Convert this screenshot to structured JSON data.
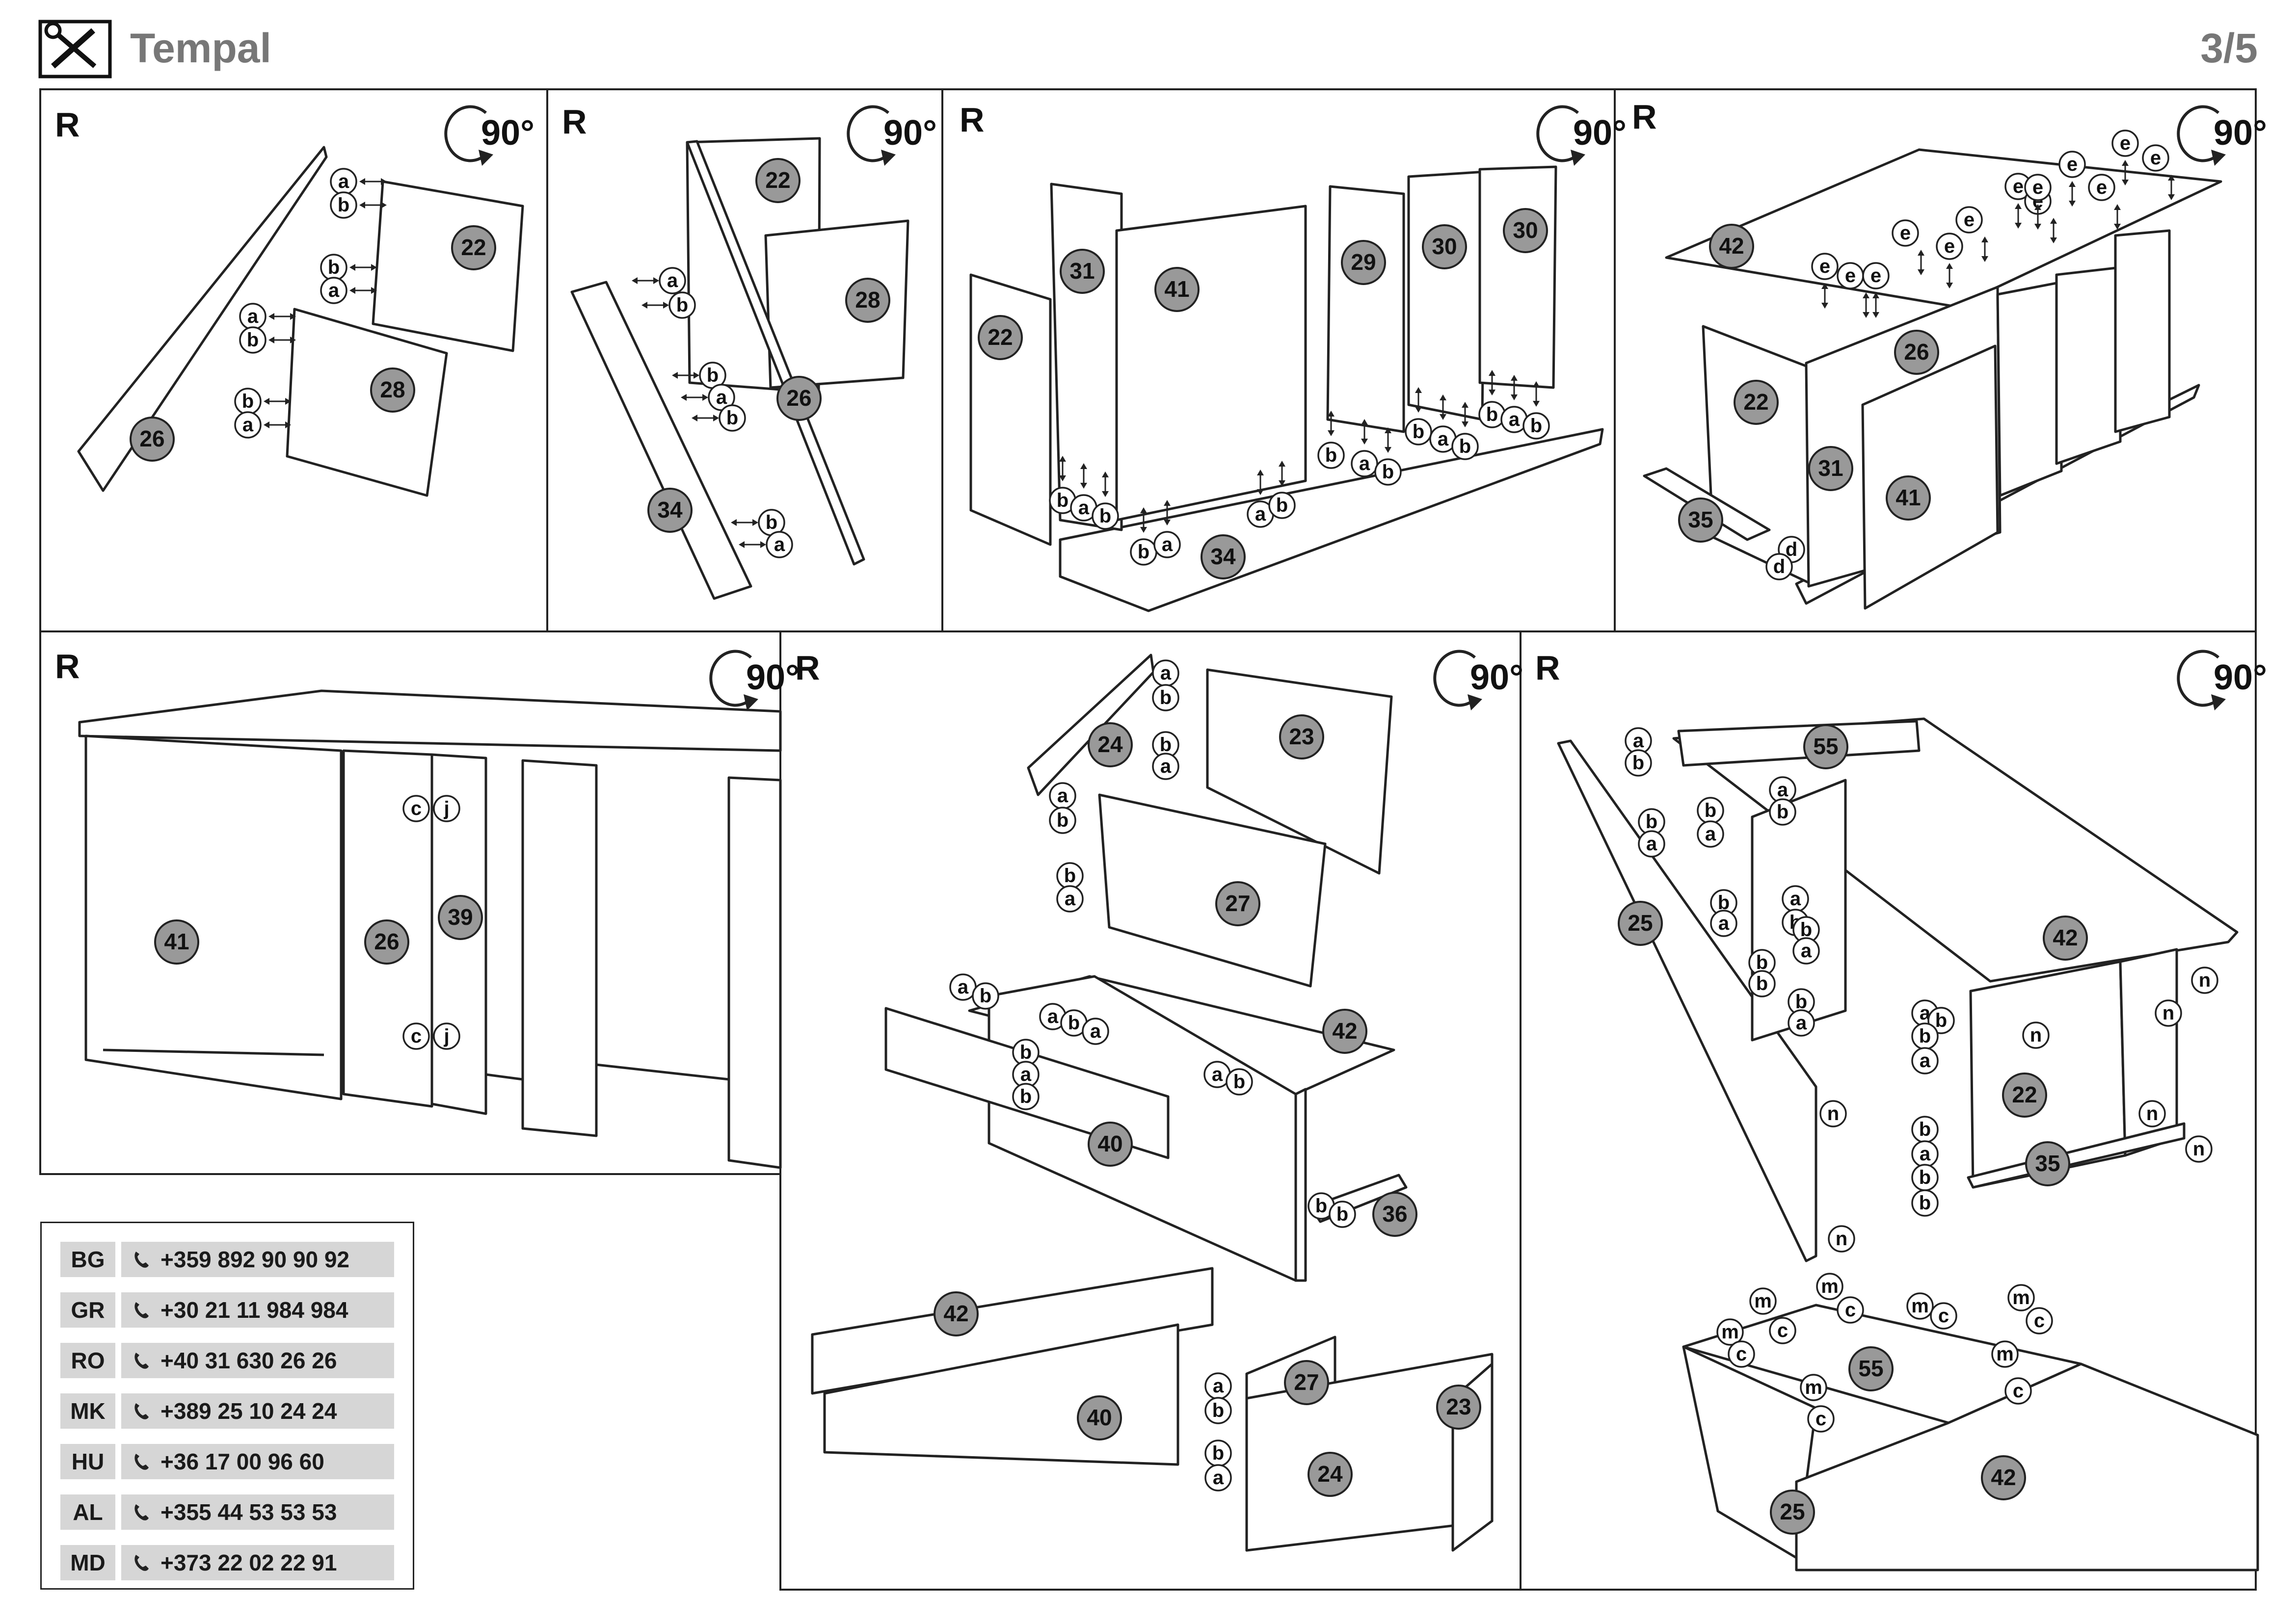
{
  "header": {
    "brand": "Tempal",
    "page": "3/5",
    "icon": "tools-icon"
  },
  "panels": [
    {
      "id": "p1",
      "tag": "R",
      "rotate": "90°",
      "parts": [
        "22",
        "26",
        "28"
      ],
      "connectors": [
        "a",
        "b",
        "b",
        "a",
        "a",
        "b",
        "b",
        "a"
      ]
    },
    {
      "id": "p2",
      "tag": "R",
      "rotate": "90°",
      "parts": [
        "22",
        "28",
        "26",
        "34"
      ],
      "connectors": [
        "a",
        "b",
        "b",
        "a",
        "b",
        "b",
        "a"
      ]
    },
    {
      "id": "p3",
      "tag": "R",
      "rotate": "90°",
      "parts": [
        "22",
        "31",
        "41",
        "29",
        "30",
        "30",
        "34"
      ],
      "connectors": [
        "b",
        "a",
        "b",
        "b",
        "a",
        "a",
        "b",
        "b",
        "a",
        "b",
        "b",
        "a",
        "b",
        "b",
        "a",
        "b"
      ]
    },
    {
      "id": "p4",
      "tag": "R",
      "rotate": "90°",
      "parts": [
        "42",
        "22",
        "26",
        "31",
        "41",
        "35"
      ],
      "connectors": [
        "e",
        "e",
        "e",
        "e",
        "e",
        "e",
        "e",
        "e",
        "e",
        "e",
        "e",
        "e",
        "e",
        "d",
        "d"
      ]
    },
    {
      "id": "p5",
      "tag": "R",
      "rotate": "90°",
      "parts": [
        "41",
        "26",
        "39"
      ],
      "connectors": [
        "c",
        "j",
        "c",
        "j"
      ]
    },
    {
      "id": "p6",
      "tag": "R",
      "rotate": "90°",
      "parts": [
        "24",
        "23",
        "27",
        "42",
        "40",
        "36",
        "42",
        "40",
        "27",
        "23",
        "24"
      ],
      "connectors": [
        "a",
        "b",
        "b",
        "a",
        "a",
        "b",
        "b",
        "a",
        "a",
        "b",
        "a",
        "b",
        "a",
        "b",
        "a",
        "b",
        "a",
        "b",
        "b",
        "b",
        "a",
        "b",
        "b",
        "a"
      ]
    },
    {
      "id": "p7",
      "tag": "R",
      "rotate": "90°",
      "parts": [
        "55",
        "25",
        "42",
        "22",
        "35",
        "55",
        "42",
        "25"
      ],
      "connectors": [
        "a",
        "b",
        "a",
        "b",
        "b",
        "a",
        "b",
        "a",
        "b",
        "a",
        "a",
        "b",
        "b",
        "a",
        "b",
        "b",
        "b",
        "a",
        "a",
        "b",
        "b",
        "a",
        "b",
        "a",
        "b",
        "b",
        "n",
        "n",
        "n",
        "n",
        "n",
        "n",
        "n",
        "m",
        "c",
        "m",
        "c",
        "m",
        "c",
        "m",
        "c",
        "m",
        "c",
        "m",
        "c",
        "m",
        "c"
      ]
    }
  ],
  "contacts": [
    {
      "code": "BG",
      "phone": "+359 892 90 90 92"
    },
    {
      "code": "GR",
      "phone": "+30 21 11 984 984"
    },
    {
      "code": "RO",
      "phone": "+40 31 630 26 26"
    },
    {
      "code": "MK",
      "phone": "+389 25 10 24 24"
    },
    {
      "code": "HU",
      "phone": "+36 17 00 96 60"
    },
    {
      "code": "AL",
      "phone": "+355 44 53 53 53"
    },
    {
      "code": "MD",
      "phone": "+373 22 02 22 91"
    }
  ],
  "icons": {
    "phone": "phone-icon",
    "rotate": "rotate-90-icon"
  }
}
